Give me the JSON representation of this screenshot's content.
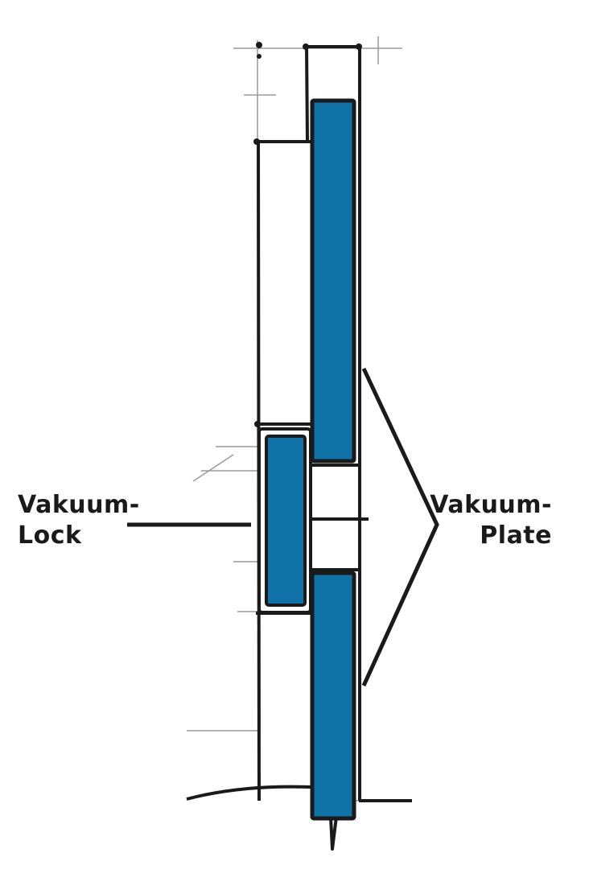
{
  "labels": {
    "vakuum_lock": {
      "line1": "Vakuum-",
      "line2": "Lock"
    },
    "vakuum_plate": {
      "line1": "Vakuum-",
      "line2": "Plate"
    }
  },
  "colors": {
    "panel_fill": "#0f73a8",
    "line": "#1a1a1a",
    "sketch_gray": "#8a8a8a",
    "background": "#ffffff"
  }
}
